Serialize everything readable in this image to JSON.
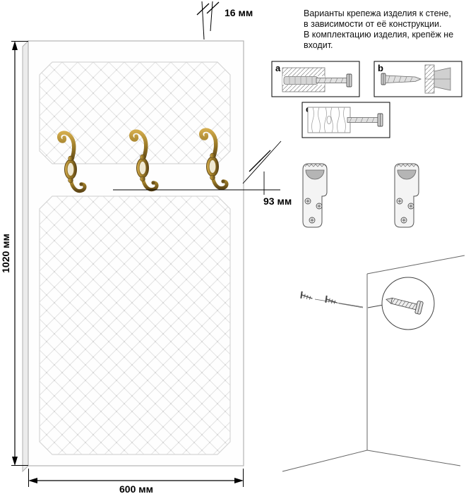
{
  "note": {
    "lines": [
      "Варианты крепежа изделия к стене,",
      "в зависимости от её конструкции.",
      "В комплектацию изделия, крепёж не",
      "входит."
    ]
  },
  "dimensions": {
    "height": "1020 мм",
    "width": "600 мм",
    "thickness": "16 мм",
    "hook_offset": "93 мм"
  },
  "variants": {
    "a": "a",
    "b": "b",
    "c": "c"
  },
  "colors": {
    "panel_outline": "#b3b3b3",
    "lattice_line": "#e3e3e3",
    "bronze": "#9c7b28",
    "ink": "#000000"
  }
}
